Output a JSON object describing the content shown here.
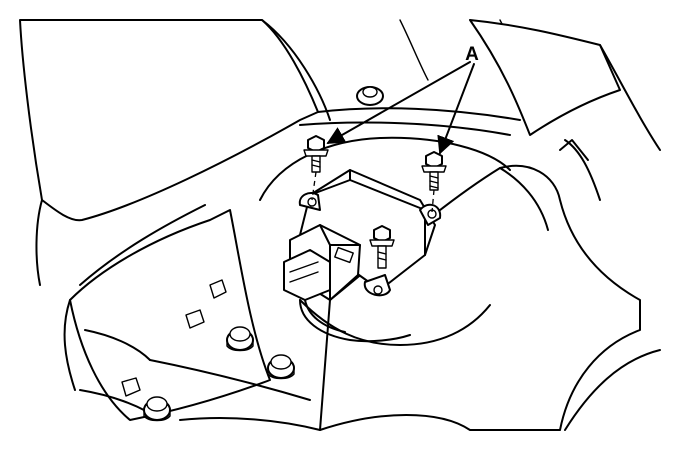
{
  "callout": {
    "label": "A"
  },
  "icons": {
    "bolt": "hex-flange-bolt",
    "nut": "hex-nut"
  }
}
